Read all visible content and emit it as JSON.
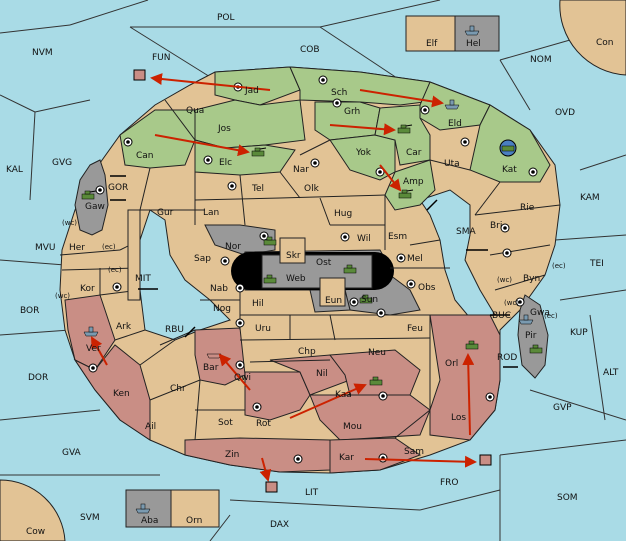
{
  "map": {
    "colors": {
      "sea": "#a9dbe6",
      "neutral": "#e2c395",
      "green_power": "#a8c98a",
      "red_power": "#c98e85",
      "grey_power": "#999999",
      "arrow": "#cc2200"
    },
    "sea_labels": [
      "POL",
      "NVM",
      "FUN",
      "COB",
      "NOM",
      "Con",
      "OVD",
      "KAL",
      "GVG",
      "GOR",
      "KAM",
      "MVU",
      "SMA",
      "MIT",
      "TEI",
      "BOR",
      "BUC",
      "KUP",
      "RBU",
      "ROD",
      "DOR",
      "ALT",
      "GVP",
      "GVA",
      "FRO",
      "SOM",
      "LIT",
      "SVM",
      "DAX",
      "Cow"
    ],
    "land_labels": [
      "Elf",
      "Hel",
      "Jad",
      "Sch",
      "Qua",
      "Jos",
      "Grh",
      "Eld",
      "Can",
      "Yok",
      "Car",
      "Elc",
      "Nar",
      "Kat",
      "Uta",
      "Gaw",
      "Tel",
      "Olk",
      "Amp",
      "Gur",
      "Lan",
      "Hug",
      "Rie",
      "Bri",
      "Wil",
      "Esm",
      "Nor",
      "Skr",
      "Ost",
      "Her",
      "Sap",
      "Web",
      "Mel",
      "Byn",
      "Kor",
      "Nab",
      "Eun",
      "Sun",
      "Obs",
      "Gwa",
      "Hil",
      "Nog",
      "Ark",
      "Uru",
      "Feu",
      "Pir",
      "Chp",
      "Neu",
      "Orl",
      "Ver",
      "Bar",
      "Qwi",
      "Nil",
      "Ken",
      "Chr",
      "Kaa",
      "Rot",
      "Ail",
      "Sot",
      "Mou",
      "Los",
      "Zin",
      "Kar",
      "Sam",
      "Aba",
      "Orn"
    ],
    "coast_labels": [
      "(wc)",
      "(ec)",
      "(ec)",
      "(wc)",
      "(wc)",
      "(ec)",
      "(wc)",
      "(ec)"
    ]
  }
}
